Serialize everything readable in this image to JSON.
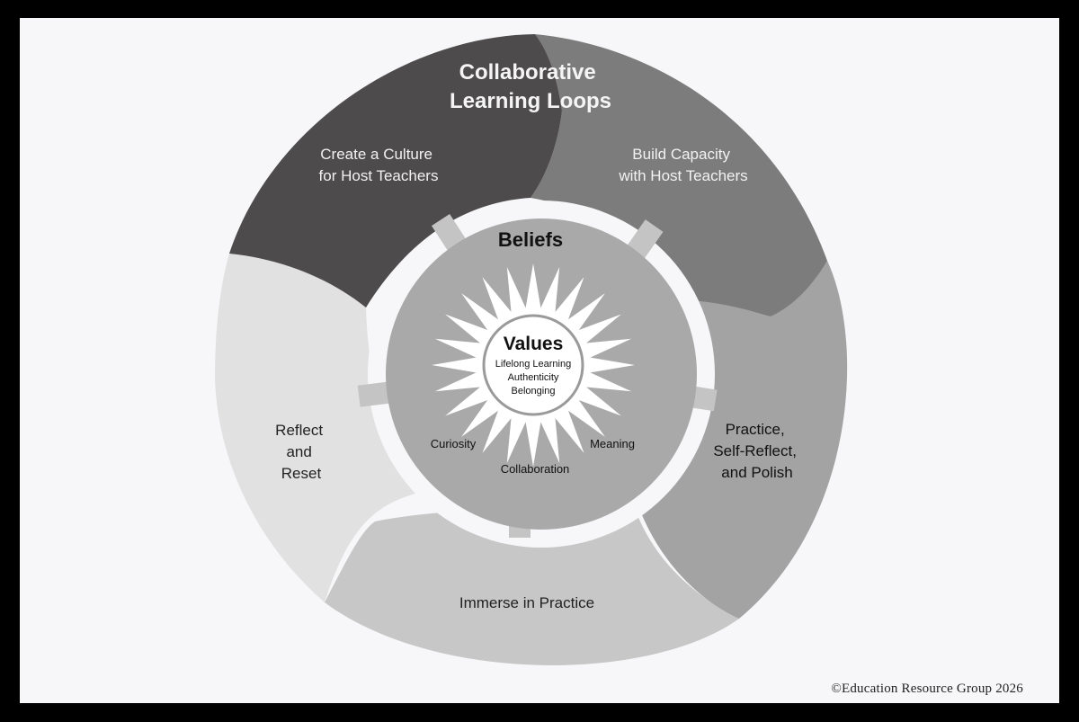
{
  "title": [
    "Collaborative",
    "Learning Loops"
  ],
  "segments": [
    {
      "label": [
        "Create a Culture",
        "for Host Teachers"
      ],
      "color": "#4d4b4b",
      "text_color": "#f2f2f2"
    },
    {
      "label": [
        "Build Capacity",
        "with Host Teachers"
      ],
      "color": "#7d7c7c",
      "text_color": "#f2f2f2"
    },
    {
      "label": [
        "Practice,",
        "Self-Reflect,",
        "and Polish"
      ],
      "color": "#a3a3a3",
      "text_color": "#111111"
    },
    {
      "label": [
        "Immerse in Practice"
      ],
      "color": "#c7c7c7",
      "text_color": "#222222"
    },
    {
      "label": [
        "Reflect",
        "and",
        "Reset"
      ],
      "color": "#e1e1e1",
      "text_color": "#222222"
    }
  ],
  "beliefs": {
    "title": "Beliefs",
    "items": [
      "Curiosity",
      "Collaboration",
      "Meaning"
    ]
  },
  "values": {
    "title": "Values",
    "items": [
      "Lifelong Learning",
      "Authenticity",
      "Belonging"
    ]
  },
  "copyright": "©Education Resource Group 2026",
  "colors": {
    "frame": "#000000",
    "background": "#f7f7f9",
    "gap_ring": "#f7f7f9",
    "beliefs_disc": "#a9a9a9",
    "sun": "#ffffff"
  }
}
